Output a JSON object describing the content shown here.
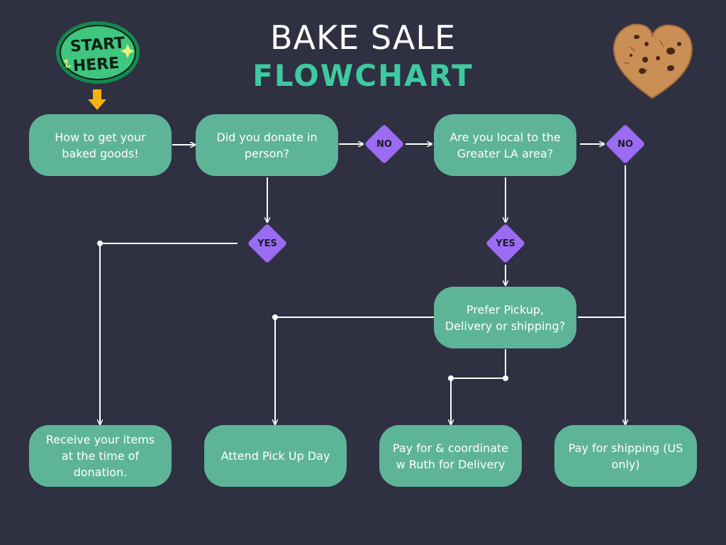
{
  "title": {
    "line1": "BAKE SALE",
    "line2": "FLOWCHART"
  },
  "start_badge": {
    "line1": "START",
    "line2": "HERE"
  },
  "nodes": {
    "how_to_get": "How to get your baked goods!",
    "donate_in_person": "Did you donate in person?",
    "local": "Are you local to the Greater LA area?",
    "prefer": "Prefer Pickup, Delivery or shipping?",
    "receive": "Receive your items at the time of donation.",
    "pickup_day": "Attend Pick Up Day",
    "delivery": "Pay for & coordinate w Ruth for Delivery",
    "shipping": "Pay for shipping (US only)"
  },
  "decisions": {
    "no_1": "NO",
    "no_2": "NO",
    "yes_1": "YES",
    "yes_2": "YES"
  },
  "colors": {
    "background": "#2f3042",
    "node": "#5eb497",
    "decision": "#9b6cf3",
    "title_accent": "#3ec9a0"
  }
}
